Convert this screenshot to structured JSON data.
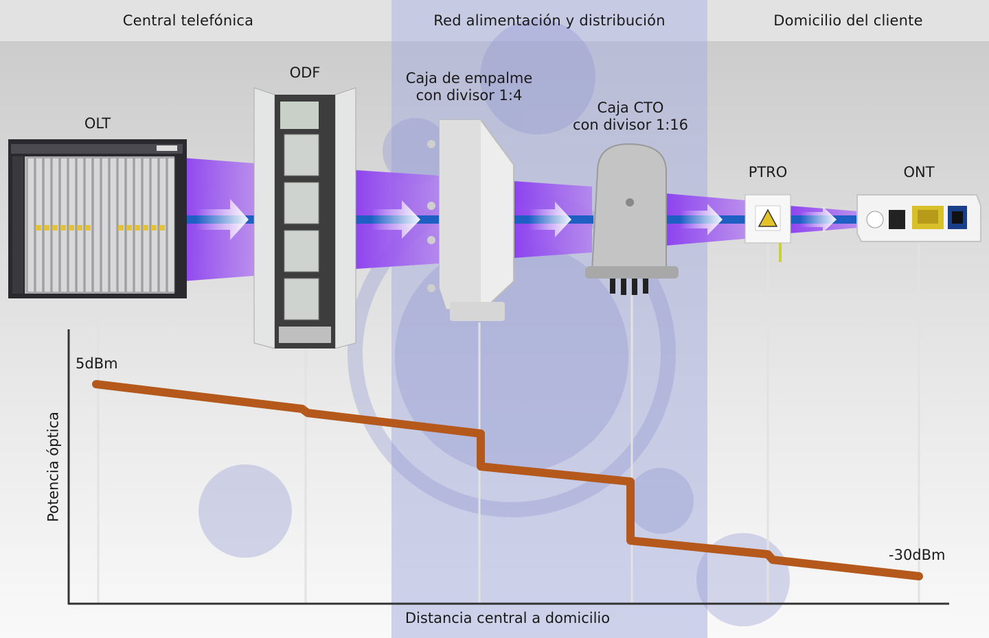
{
  "zones": [
    {
      "label": "Central telefónica"
    },
    {
      "label": "Red alimentación y distribución"
    },
    {
      "label": "Domicilio del cliente"
    }
  ],
  "devices": [
    {
      "id": "olt",
      "label": "OLT"
    },
    {
      "id": "odf",
      "label": "ODF"
    },
    {
      "id": "splice",
      "label_line1": "Caja de empalme",
      "label_line2": "con divisor 1:4"
    },
    {
      "id": "cto",
      "label_line1": "Caja CTO",
      "label_line2": "con divisor 1:16"
    },
    {
      "id": "ptro",
      "label": "PTRO"
    },
    {
      "id": "ont",
      "label": "ONT"
    }
  ],
  "graph": {
    "y_axis_label": "Potencia óptica",
    "x_axis_label": "Distancia central a domicilio",
    "start_value_label": "5dBm",
    "end_value_label": "-30dBm"
  },
  "colors": {
    "power_line": "#b4581c",
    "beam": "#9b56e8",
    "fiber": "#1e5fc4",
    "zone_overlay": "#b9bfe0"
  }
}
